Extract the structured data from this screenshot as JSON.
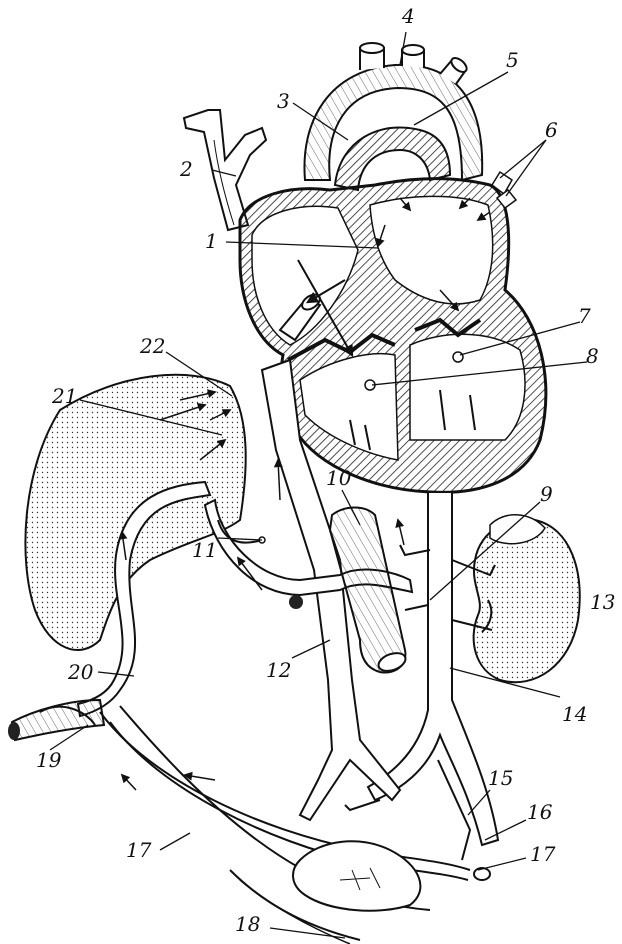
{
  "diagram": {
    "labels": [
      {
        "id": "1",
        "text": "1"
      },
      {
        "id": "2",
        "text": "2"
      },
      {
        "id": "3",
        "text": "3"
      },
      {
        "id": "4",
        "text": "4"
      },
      {
        "id": "5",
        "text": "5"
      },
      {
        "id": "6",
        "text": "6"
      },
      {
        "id": "7",
        "text": "7"
      },
      {
        "id": "8",
        "text": "8"
      },
      {
        "id": "9",
        "text": "9"
      },
      {
        "id": "10",
        "text": "10"
      },
      {
        "id": "11",
        "text": "11"
      },
      {
        "id": "12",
        "text": "12"
      },
      {
        "id": "13",
        "text": "13"
      },
      {
        "id": "14",
        "text": "14"
      },
      {
        "id": "15",
        "text": "15"
      },
      {
        "id": "16",
        "text": "16"
      },
      {
        "id": "17a",
        "text": "17"
      },
      {
        "id": "17b",
        "text": "17"
      },
      {
        "id": "18",
        "text": "18"
      },
      {
        "id": "19",
        "text": "19"
      },
      {
        "id": "20",
        "text": "20"
      },
      {
        "id": "21",
        "text": "21"
      },
      {
        "id": "22",
        "text": "22"
      }
    ]
  }
}
